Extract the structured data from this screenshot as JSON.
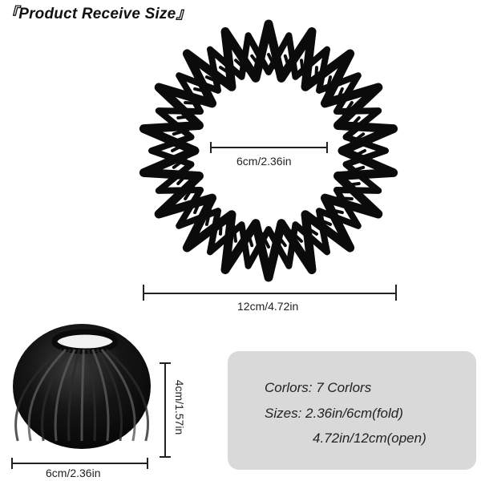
{
  "title": "『Product Receive Size』",
  "dimensions": {
    "inner_diameter": "6cm/2.36in",
    "outer_diameter": "12cm/4.72in",
    "folded_height": "4cm/1.57in",
    "folded_width": "6cm/2.36in"
  },
  "info": {
    "colors_line": "Corlors: 7 Corlors",
    "sizes_line": "Sizes: 2.36in/6cm(fold)",
    "sizes_line_2": "4.72in/12cm(open)"
  },
  "colors": {
    "product": "#0b0b0b",
    "panel": "#d9d9d9"
  }
}
